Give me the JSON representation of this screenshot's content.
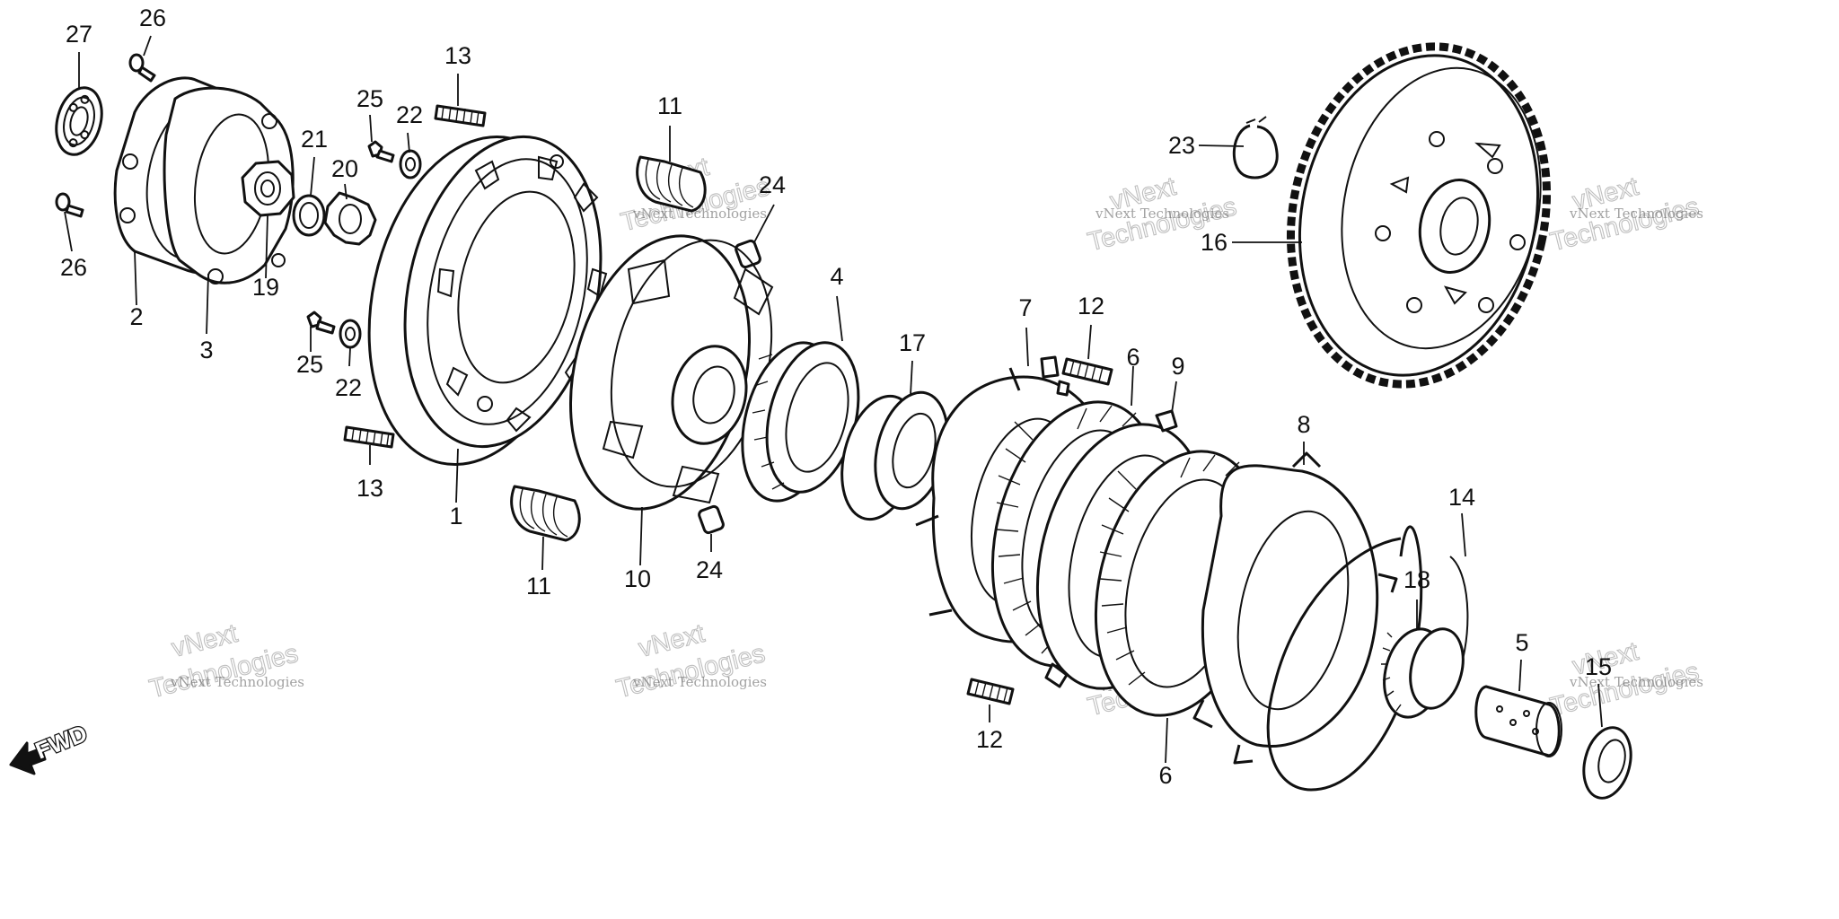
{
  "labels": {
    "p1": "1",
    "p2": "2",
    "p3": "3",
    "p4": "4",
    "p5": "5",
    "p6": "6",
    "p7": "7",
    "p8": "8",
    "p9": "9",
    "p10": "10",
    "p11": "11",
    "p12": "12",
    "p13": "13",
    "p14": "14",
    "p15": "15",
    "p16": "16",
    "p17": "17",
    "p18": "18",
    "p19": "19",
    "p20": "20",
    "p21": "21",
    "p22": "22",
    "p23": "23",
    "p24": "24",
    "p25": "25",
    "p26": "26",
    "p27": "27"
  },
  "watermark": {
    "line1": "vNext Technologies",
    "line2": "vNext",
    "line3": "Technologies"
  },
  "fwd": "FWD",
  "colors": {
    "ink": "#111111",
    "paper": "#ffffff",
    "watermark": "#aaaaaa"
  }
}
